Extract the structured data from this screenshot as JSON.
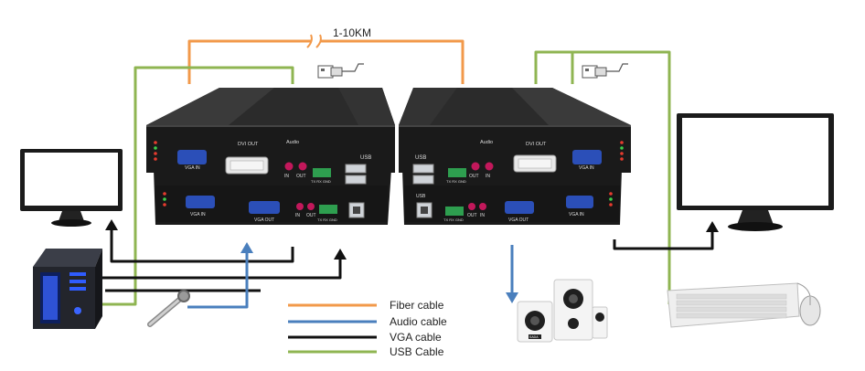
{
  "distance_label": "1-10KM",
  "colors": {
    "fiber": "#f2994a",
    "audio": "#4a7fbd",
    "vga": "#111111",
    "usb": "#8fb552",
    "device_body": "#1a1a1a",
    "device_top": "#2b2b2b",
    "port_vga": "#2b4fb8",
    "port_audio": "#c2185b",
    "terminal": "#2e9e4f"
  },
  "legend": [
    {
      "label": "Fiber cable",
      "color_key": "fiber"
    },
    {
      "label": "Audio cable",
      "color_key": "audio"
    },
    {
      "label": "VGA cable",
      "color_key": "vga"
    },
    {
      "label": "USB Cable",
      "color_key": "usb"
    }
  ],
  "tx_top_ports": {
    "vga_in": "VGA IN",
    "dvi_out": "DVI OUT",
    "audio": "Audio",
    "audio_in": "IN",
    "audio_out": "OUT",
    "usb": "USB",
    "terminal": "TX RX GND"
  },
  "tx_bottom_ports": {
    "vga_in": "VGA IN",
    "vga_out": "VGA OUT",
    "audio_in": "IN",
    "audio_out": "OUT",
    "terminal": "TX RX GND"
  },
  "rx_top_ports": {
    "vga_in": "VGA IN",
    "dvi_out": "DVI OUT",
    "audio": "Audio",
    "audio_in": "IN",
    "audio_out": "OUT",
    "usb": "USB",
    "terminal": "TX RX GND"
  },
  "rx_bottom_ports": {
    "vga_in": "VGA IN",
    "vga_out": "VGA OUT",
    "audio_in": "IN",
    "audio_out": "OUT",
    "terminal": "TX RX GND",
    "usb": "USB"
  },
  "speaker_brand": "SADA"
}
